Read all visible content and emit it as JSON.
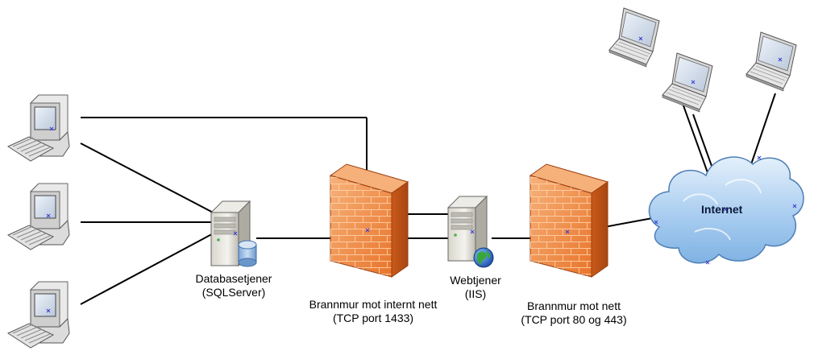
{
  "nodes": {
    "database_server": {
      "line1": "Databasetjener",
      "line2": "(SQLServer)"
    },
    "internal_firewall": {
      "line1": "Brannmur mot internt nett",
      "line2": "(TCP port 1433)"
    },
    "web_server": {
      "line1": "Webtjener",
      "line2": "(IIS)"
    },
    "external_firewall": {
      "line1": "Brannmur mot nett",
      "line2": "(TCP port 80 og 443)"
    },
    "internet": {
      "label": "Internet"
    }
  },
  "icons": {
    "client_pc": "desktop-computer-icon",
    "server": "server-tower-icon",
    "database": "database-cylinder-icon",
    "globe": "globe-icon",
    "firewall": "brick-firewall-icon",
    "laptop": "laptop-icon",
    "cloud": "cloud-icon"
  },
  "colors": {
    "firewall": "#f08a3c",
    "cloud": "#b8d6f2",
    "connection": "#000000"
  }
}
